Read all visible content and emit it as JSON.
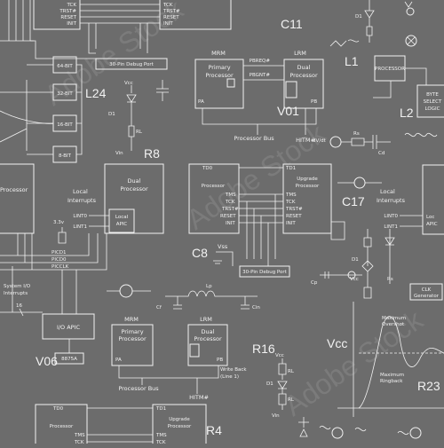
{
  "watermark": {
    "text": "Adobe Stock"
  },
  "designators": [
    "C11",
    "L1",
    "L24",
    "V01",
    "L2",
    "R8",
    "C17",
    "C8",
    "R16",
    "V06",
    "R23",
    "R4"
  ],
  "top_block": {
    "left": [
      "TCK",
      "TRST#",
      "RESET",
      "INIT"
    ],
    "right": [
      "TCK",
      "TRST#",
      "RESET",
      "INIT"
    ],
    "debug_port": "30-Pin Debug Port"
  },
  "bit_boxes": [
    "64-BIT",
    "32-BIT",
    "16-BIT",
    "8-BIT"
  ],
  "mrm_top": {
    "mrm": "MRM",
    "lrm": "LRM",
    "primary_1": "Primary",
    "primary_2": "Processor",
    "dual_1": "Dual",
    "dual_2": "Processor",
    "pa": "PA",
    "pb": "PB",
    "pbreq": "PBREQ#",
    "pbgnt": "PBGNT#",
    "bus": "Processor Bus",
    "hitm": "HITM#"
  },
  "mrm_bottom": {
    "write_1": "Write Back",
    "write_2": "(Line 1)"
  },
  "components": {
    "vcc_small": "Vcc",
    "d1": "D1",
    "rl": "RL",
    "vin": "Vin",
    "rs": "Rs",
    "cd": "Cd",
    "cp": "Cp",
    "lp": "Lp",
    "cf": "Cf",
    "cin": "Cin",
    "dvdt": "dV/dt"
  },
  "right_block": {
    "processor": "PROCESSOR",
    "byte_1": "BYTE",
    "byte_2": "SELECT",
    "byte_3": "LOGIC",
    "local": "Local",
    "interrupts": "Interrupts",
    "loc": "Loc",
    "apic": "APIC",
    "clk_1": "CLK",
    "clk_2": "Generator"
  },
  "left_block": {
    "processor": "Processor",
    "local": "Local",
    "interrupts": "Interrupts",
    "dual_1": "Dual",
    "dual_2": "Processor",
    "apic_1": "Local",
    "apic_2": "APIC",
    "lint0": "LINT0",
    "lint1": "LINT1",
    "v33": "3.3v",
    "picd1": "PICD1",
    "picd0": "PICD0",
    "picclk": "PICCLK"
  },
  "mid_block": {
    "td0": "TD0",
    "td1": "TD1",
    "processor": "Processor",
    "upgrade_1": "Upgrade",
    "upgrade_2": "Processor",
    "tms": "TMS",
    "tck": "TCK",
    "trst": "TRST#",
    "reset": "RESET",
    "init": "INIT",
    "debug_port": "30-Pin Debug Port",
    "vss": "Vss"
  },
  "io_block": {
    "sys_1": "System I/O",
    "sys_2": "Interrupts",
    "num": "16",
    "apic": "I/O APIC",
    "chip": "8875A"
  },
  "graph": {
    "vcc": "Vcc",
    "max_1": "Maximum",
    "max_2": "Overshot",
    "ring_1": "Maximum",
    "ring_2": "Ringback"
  }
}
